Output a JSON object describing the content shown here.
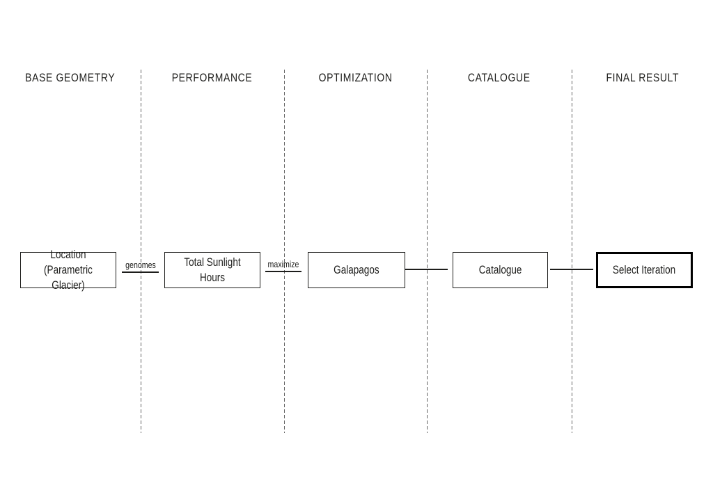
{
  "diagram": {
    "title_hint": "evolutionary design optimization pipeline",
    "columns": [
      {
        "header": "BASE GEOMETRY"
      },
      {
        "header": "PERFORMANCE"
      },
      {
        "header": "OPTIMIZATION"
      },
      {
        "header": "CATALOGUE"
      },
      {
        "header": "FINAL RESULT"
      }
    ],
    "nodes": [
      {
        "label": "Location\n(Parametric Glacier)"
      },
      {
        "label": "Total Sunlight Hours"
      },
      {
        "label": "Galapagos"
      },
      {
        "label": "Catalogue"
      },
      {
        "label": "Select Iteration"
      }
    ],
    "connectors": [
      {
        "from": "Location (Parametric Glacier)",
        "to": "Total Sunlight Hours",
        "label": "genomes"
      },
      {
        "from": "Total Sunlight Hours",
        "to": "Galapagos",
        "label": "maximize"
      },
      {
        "from": "Galapagos",
        "to": "Catalogue",
        "label": ""
      },
      {
        "from": "Catalogue",
        "to": "Select Iteration",
        "label": ""
      }
    ],
    "colors": {
      "background": "#ffffff",
      "text": "#1d1d1b",
      "node_border": "#1d1d1b",
      "final_node_border": "#000000",
      "connector_line": "#1d1d1b",
      "separator_dashed": "#636363"
    }
  }
}
